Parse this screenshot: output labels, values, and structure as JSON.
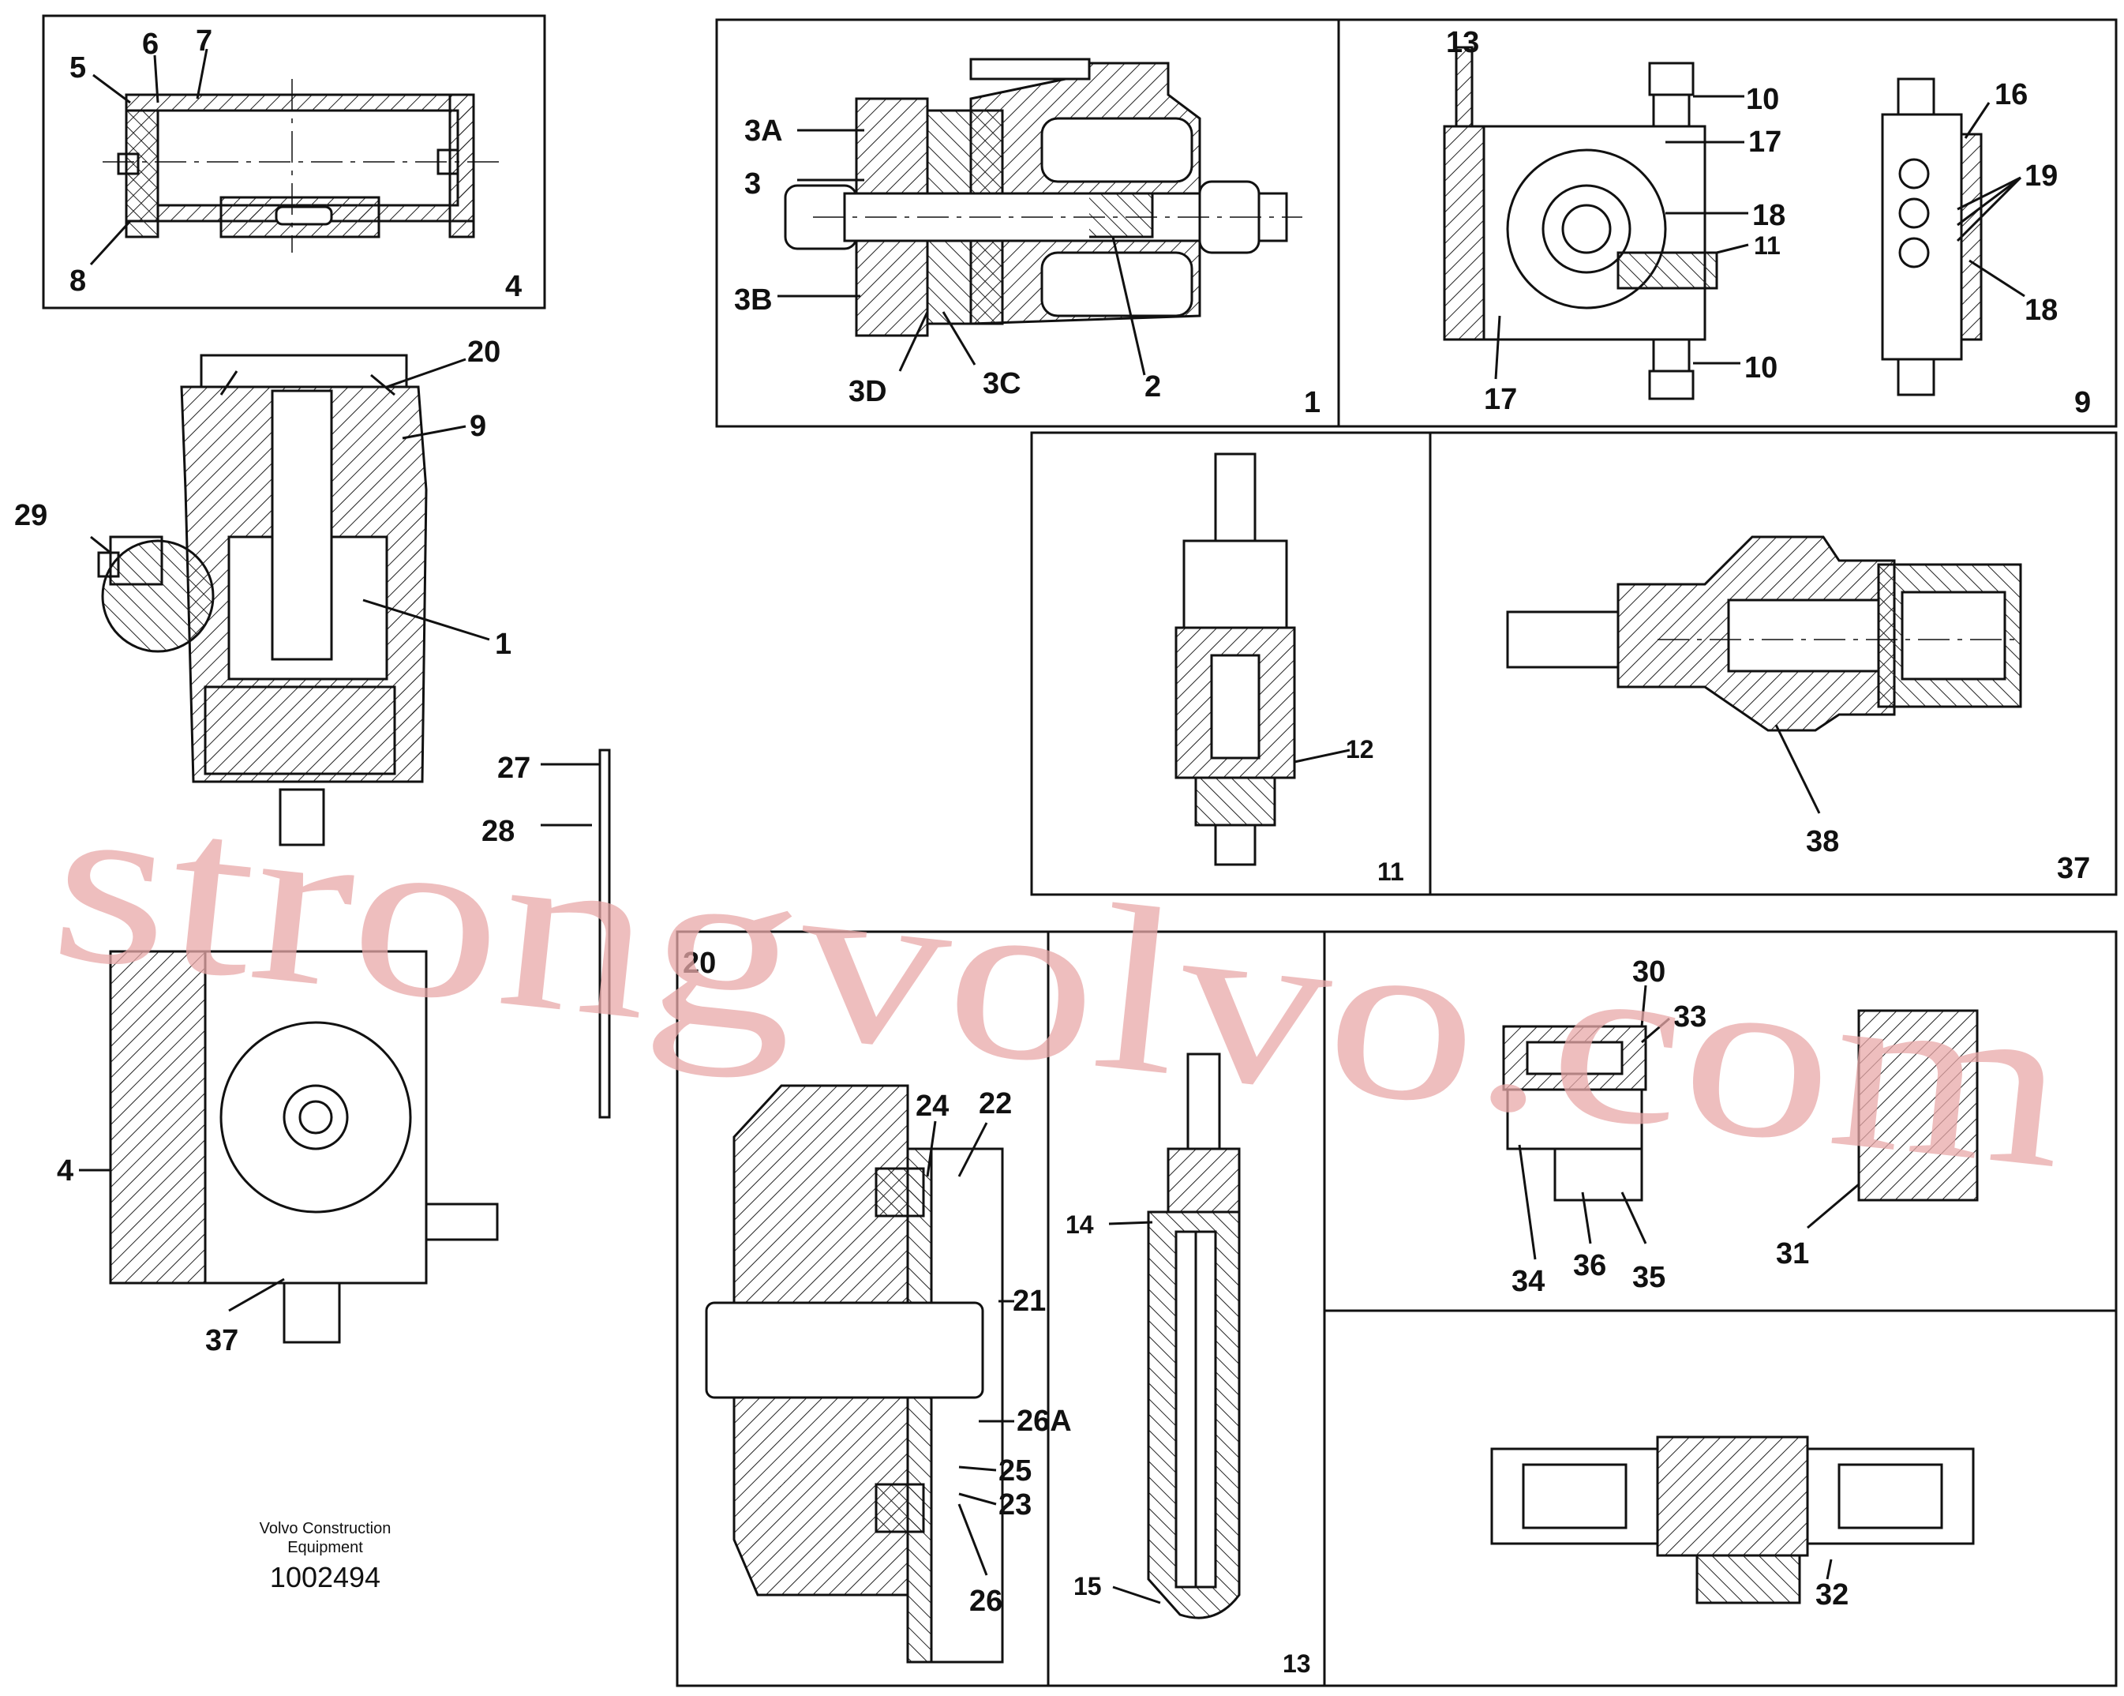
{
  "watermark": "strongvolvo.com",
  "publisher": {
    "line1": "Volvo Construction",
    "line2": "Equipment"
  },
  "document_number": "1002494",
  "panels": {
    "housing_4": {
      "id": "4",
      "callouts": [
        "5",
        "6",
        "7",
        "8"
      ]
    },
    "pump_1": {
      "id": "1",
      "callouts": [
        "3A",
        "3",
        "3B",
        "3D",
        "3C",
        "2"
      ]
    },
    "valve_9": {
      "id": "9",
      "callouts": [
        "13",
        "10",
        "17",
        "18",
        "11",
        "17",
        "10",
        "16",
        "19",
        "18"
      ]
    },
    "valve_11": {
      "id": "11",
      "callouts": [
        "12"
      ]
    },
    "valve_37": {
      "id": "37",
      "callouts": [
        "38"
      ]
    },
    "cover_20": {
      "id": "20",
      "callouts": [
        "24",
        "22",
        "21",
        "26A",
        "25",
        "23",
        "26"
      ]
    },
    "valve_13": {
      "id": "13",
      "callouts": [
        "14",
        "15"
      ]
    },
    "block_30": {
      "callouts": [
        "30",
        "33",
        "34",
        "36",
        "35",
        "31"
      ]
    },
    "solenoid_32": {
      "callouts": [
        "32"
      ]
    }
  },
  "assembly_callouts": [
    "20",
    "9",
    "29",
    "1",
    "27",
    "28",
    "4",
    "37"
  ]
}
